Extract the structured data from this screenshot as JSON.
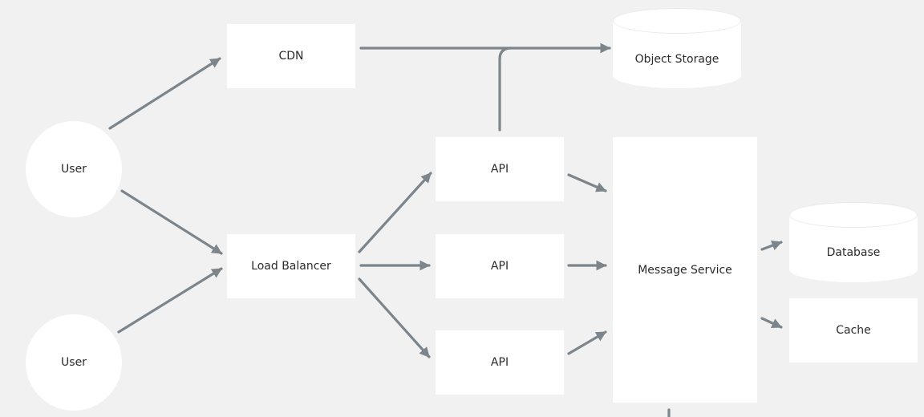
{
  "nodes": {
    "user_top": "User",
    "user_bottom": "User",
    "cdn": "CDN",
    "load_balancer": "Load Balancer",
    "api_1": "API",
    "api_2": "API",
    "api_3": "API",
    "object_storage": "Object Storage",
    "message_service": "Message Service",
    "database": "Database",
    "cache": "Cache"
  },
  "edges": [
    {
      "from": "user_top",
      "to": "cdn"
    },
    {
      "from": "user_top",
      "to": "load_balancer"
    },
    {
      "from": "user_bottom",
      "to": "load_balancer"
    },
    {
      "from": "cdn",
      "to": "object_storage"
    },
    {
      "from": "api_1",
      "to": "object_storage"
    },
    {
      "from": "load_balancer",
      "to": "api_1"
    },
    {
      "from": "load_balancer",
      "to": "api_2"
    },
    {
      "from": "load_balancer",
      "to": "api_3"
    },
    {
      "from": "api_1",
      "to": "message_service"
    },
    {
      "from": "api_2",
      "to": "message_service"
    },
    {
      "from": "api_3",
      "to": "message_service"
    },
    {
      "from": "message_service",
      "to": "database"
    },
    {
      "from": "message_service",
      "to": "cache"
    }
  ],
  "colors": {
    "background": "#f1f1f1",
    "node_fill": "#ffffff",
    "edge": "#7b858b",
    "text": "#2b2b2b"
  }
}
